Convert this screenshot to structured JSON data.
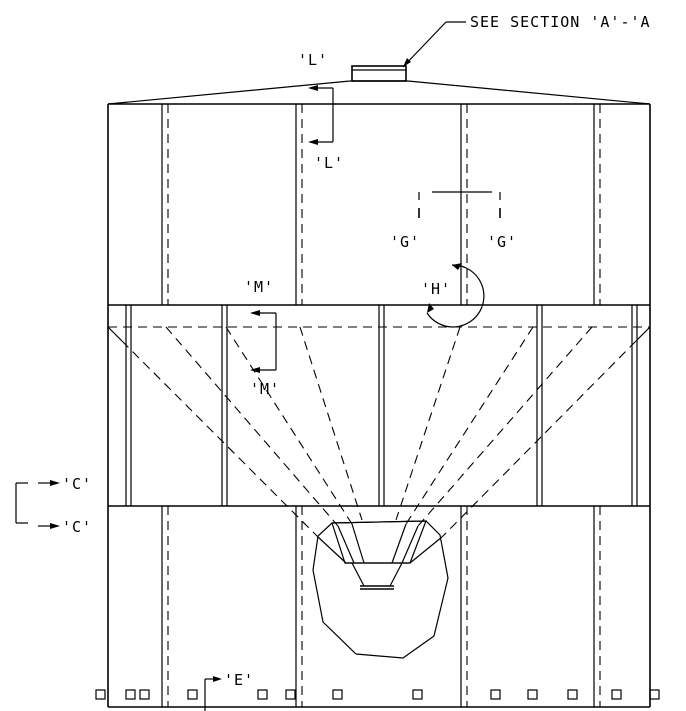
{
  "callouts": {
    "see_section": "SEE SECTION 'A'-'A",
    "l_top": "'L'",
    "l_bottom": "'L'",
    "g_left": "'G'",
    "g_right": "'G'",
    "h": "'H'",
    "m_top": "'M'",
    "m_bottom": "'M'",
    "c_top": "'C'",
    "c_bottom": "'C'",
    "e": "'E'"
  },
  "colors": {
    "line": "#000000",
    "background": "#ffffff"
  }
}
